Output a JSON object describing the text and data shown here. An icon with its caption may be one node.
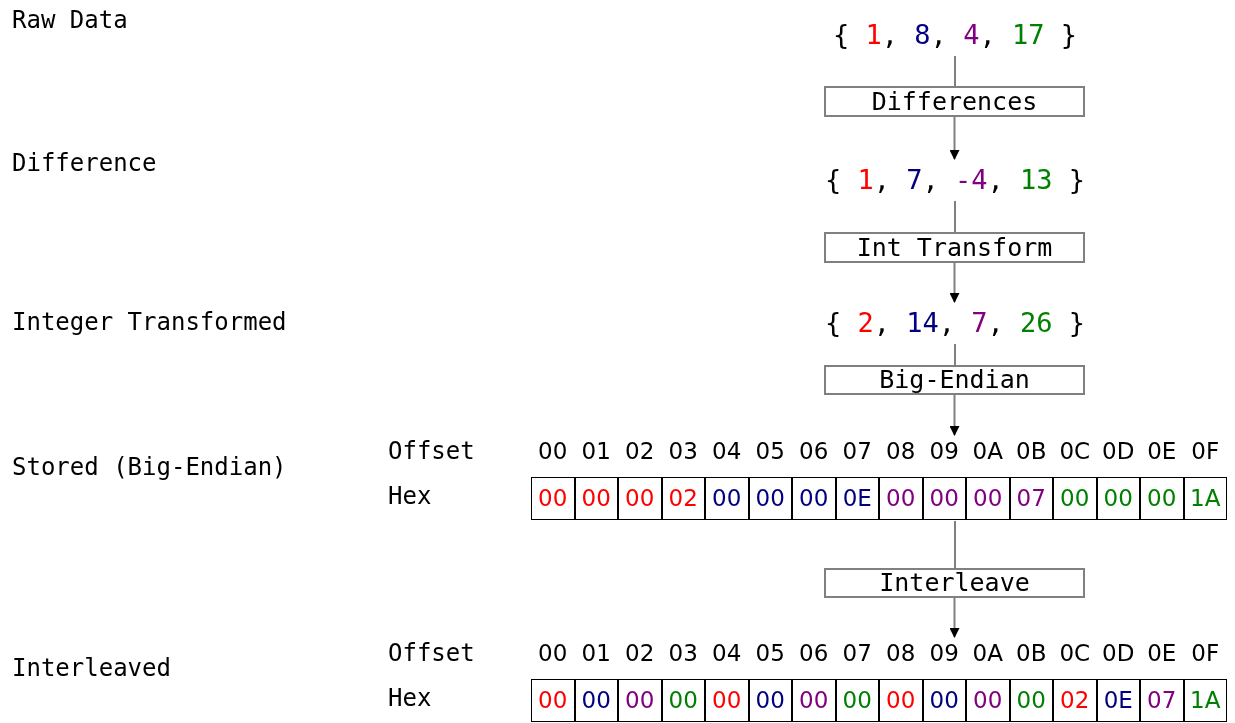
{
  "diagram": {
    "nodes": [
      {
        "text": [
          "{ 1, 8, 4, 17 }"
        ]
      },
      {
        "text": [
          "Differences"
        ]
      },
      {
        "text": [
          "{ 1, 7, -4, 13 }"
        ]
      },
      {
        "text": [
          "Int Transform"
        ]
      },
      {
        "text": [
          "{ 2, 14, 7, 26 }"
        ]
      },
      {
        "text": [
          "Big-Endian"
        ]
      },
      {
        "text": [
          "Offset",
          "00",
          "01",
          "02",
          "03",
          "04",
          "05",
          "06",
          "07",
          "08",
          "09",
          "0A",
          "0B",
          "0C",
          "0D",
          "0E",
          "0F",
          "Hex",
          "00",
          "00",
          "00",
          "02",
          "00",
          "00",
          "00",
          "0E",
          "00",
          "00",
          "00",
          "07",
          "00",
          "00",
          "00",
          "1A"
        ]
      },
      {
        "text": [
          "Interleave"
        ]
      },
      {
        "text": [
          "Offset",
          "00",
          "01",
          "02",
          "03",
          "04",
          "05",
          "06",
          "07",
          "08",
          "09",
          "0A",
          "0B",
          "0C",
          "0D",
          "0E",
          "0F",
          "Hex",
          "00",
          "00",
          "00",
          "00",
          "00",
          "00",
          "00",
          "00",
          "00",
          "00",
          "00",
          "00",
          "02",
          "0E",
          "07",
          "1A"
        ]
      }
    ],
    "edges": [
      {
        "from": 0,
        "to": 1,
        "arrow": "none"
      },
      {
        "from": 1,
        "to": 2,
        "arrow": "to"
      },
      {
        "from": 2,
        "to": 3,
        "arrow": "none"
      },
      {
        "from": 3,
        "to": 4,
        "arrow": "to"
      },
      {
        "from": 4,
        "to": 5,
        "arrow": "none"
      },
      {
        "from": 5,
        "to": 6,
        "arrow": "to"
      },
      {
        "from": 6,
        "to": 7,
        "arrow": "none"
      },
      {
        "from": 7,
        "to": 8,
        "arrow": "to"
      }
    ],
    "labels": [
      "Raw Data",
      "Difference",
      "Integer Transformed",
      "Stored (Big-Endian)",
      "Interleaved"
    ]
  }
}
